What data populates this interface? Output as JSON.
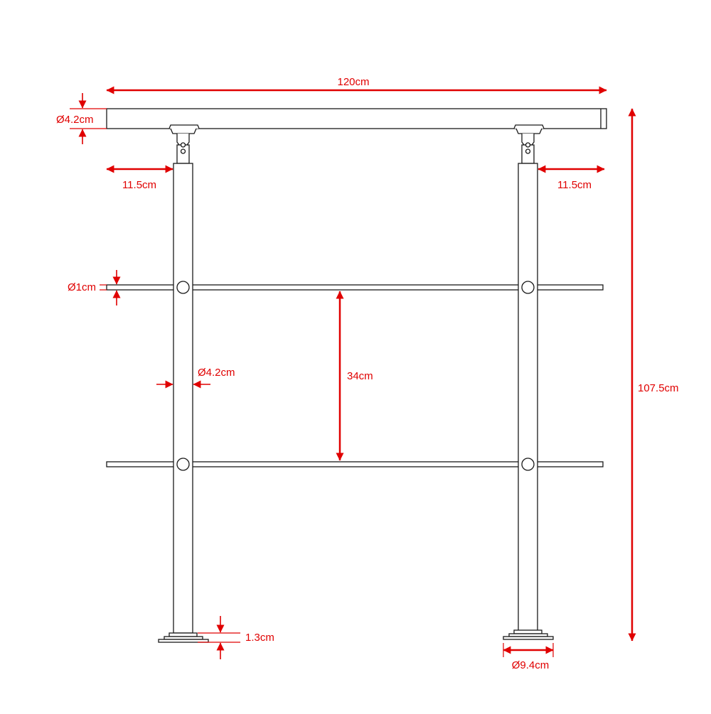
{
  "colors": {
    "line": "#1a1a1a",
    "dimension": "#e00000",
    "background": "#ffffff"
  },
  "dimensions": {
    "total_width": "120cm",
    "handrail_diameter": "Ø4.2cm",
    "overhang_left": "11.5cm",
    "overhang_right": "11.5cm",
    "rod_diameter": "Ø1cm",
    "rod_spacing": "34cm",
    "post_diameter": "Ø4.2cm",
    "total_height": "107.5cm",
    "base_plate_thickness": "1.3cm",
    "base_plate_diameter": "Ø9.4cm"
  }
}
